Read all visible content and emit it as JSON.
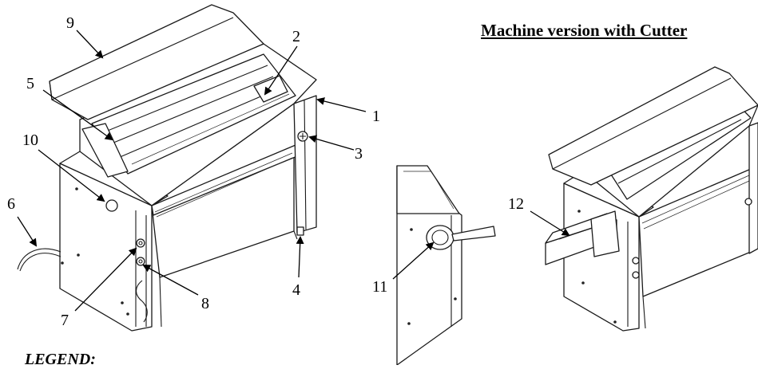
{
  "title": "Machine version with Cutter",
  "legend": "LEGEND:",
  "callouts": {
    "c1": "1",
    "c2": "2",
    "c3": "3",
    "c4": "4",
    "c5": "5",
    "c6": "6",
    "c7": "7",
    "c8": "8",
    "c9": "9",
    "c10": "10",
    "c11": "11",
    "c12": "12"
  }
}
